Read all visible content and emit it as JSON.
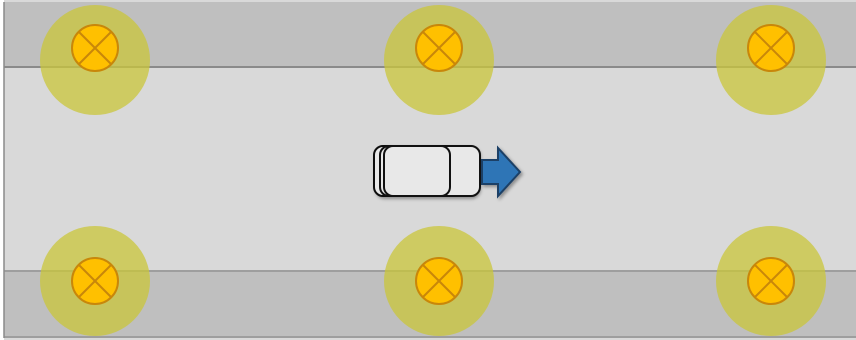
{
  "scene": {
    "description_free": true,
    "colors": {
      "road": "#d9d9d9",
      "sidewalk": "#bfbfbf",
      "curb_line": "#8a8a8a",
      "lamp_glow": "#c9c63a",
      "lamp_fill": "#ffc000",
      "lamp_stroke": "#c8870a",
      "vehicle_fill": "#e8e8e8",
      "vehicle_stroke": "#111111",
      "arrow_fill": "#2e75b6",
      "arrow_stroke": "#1b3f66"
    },
    "lamps": [
      {
        "id": "lamp-top-left"
      },
      {
        "id": "lamp-top-center"
      },
      {
        "id": "lamp-top-right"
      },
      {
        "id": "lamp-bottom-left"
      },
      {
        "id": "lamp-bottom-center"
      },
      {
        "id": "lamp-bottom-right"
      }
    ],
    "vehicle": {
      "heading": "right"
    }
  }
}
